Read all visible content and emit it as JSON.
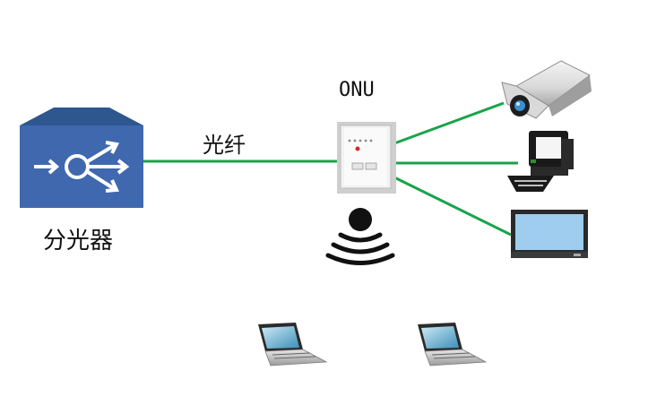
{
  "splitter": {
    "label": "分光器"
  },
  "fiber": {
    "label": "光纤"
  },
  "onu": {
    "label": "ONU"
  },
  "colors": {
    "fiber_line": "#1aa34a",
    "splitter_face": "#3f68ae",
    "splitter_top": "#2e568f",
    "monitor_screen": "#9ecdf0"
  },
  "icons": {
    "splitter": "optical-splitter-icon",
    "onu": "onu-device-icon",
    "wifi": "wifi-signal-icon",
    "camera": "security-camera-icon",
    "desktop": "desktop-computer-icon",
    "monitor": "tv-monitor-icon",
    "laptop": "laptop-icon"
  }
}
